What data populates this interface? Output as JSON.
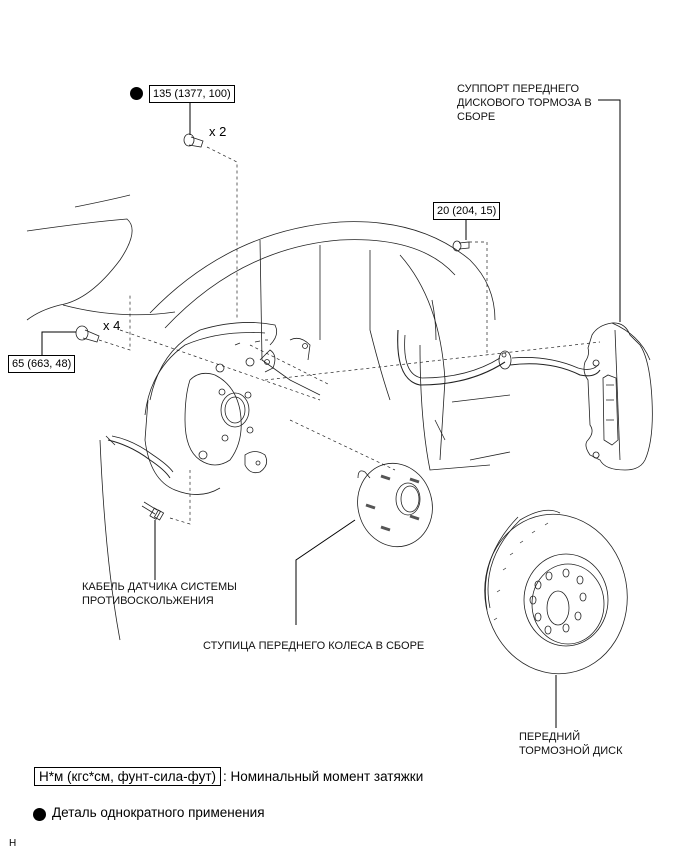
{
  "diagram": {
    "torque_specs": {
      "caliper_bolt": "135 (1377, 100)",
      "hose_bracket_bolt": "20 (204, 15)",
      "hub_bolt": "65 (663, 48)"
    },
    "quantities": {
      "caliper_bolt": "x 2",
      "hub_bolt": "x 4"
    },
    "part_labels": {
      "caliper": [
        "СУППОРТ ПЕРЕДНЕГО",
        "ДИСКОВОГО ТОРМОЗА В",
        "СБОРЕ"
      ],
      "abs_sensor_cable": [
        "КАБЕЛЬ ДАТЧИКА СИСТЕМЫ",
        "ПРОТИВОСКОЛЬЖЕНИЯ"
      ],
      "hub": "СТУПИЦА ПЕРЕДНЕГО КОЛЕСА В СБОРЕ",
      "disc": [
        "ПЕРЕДНИЙ",
        "ТОРМОЗНОЙ ДИСК"
      ]
    },
    "icons": {
      "non_reusable": "filled-circle-icon"
    }
  },
  "legend": {
    "torque_units": "Н*м (кгс*см, фунт-сила-фут)",
    "torque_desc": ": Номинальный момент затяжки",
    "non_reusable_desc": "Деталь однократного применения"
  },
  "figure_id": "H"
}
